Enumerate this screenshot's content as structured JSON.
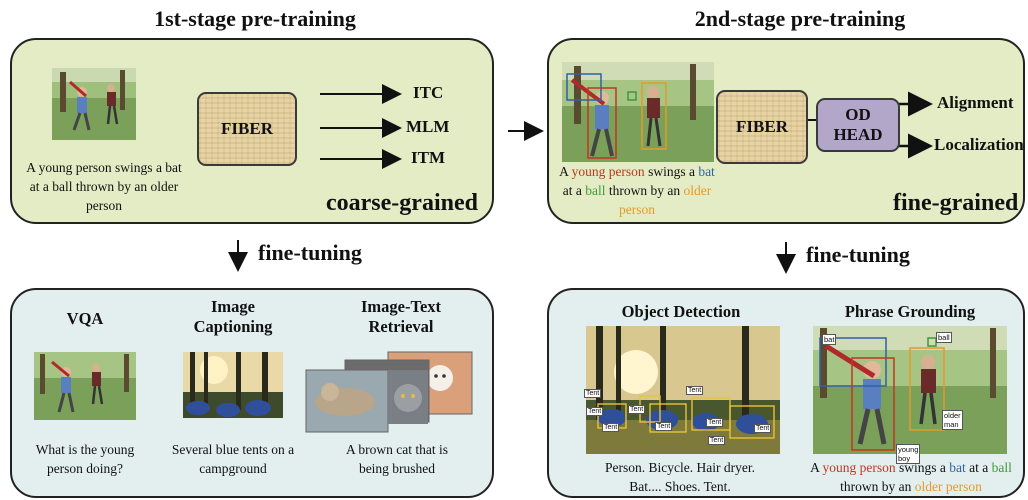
{
  "titles": {
    "left": "1st-stage pre-training",
    "right": "2nd-stage pre-training"
  },
  "stage1": {
    "caption": "A young person swings a bat at a ball thrown by an older person",
    "encoder": "FIBER",
    "outputs": [
      "ITC",
      "MLM",
      "ITM"
    ],
    "granularity": "coarse-grained"
  },
  "stage2": {
    "caption": {
      "p1": "A ",
      "young_person": "young person",
      "p2": " swings a ",
      "bat": "bat",
      "p3": " at a ",
      "ball": "ball",
      "p4": " thrown by an ",
      "older_person": "older person"
    },
    "encoder": "FIBER",
    "head": [
      "OD",
      "HEAD"
    ],
    "outputs": [
      "Alignment",
      "Localization"
    ],
    "granularity": "fine-grained"
  },
  "fine_tuning_label": "fine-tuning",
  "tasks_left": [
    {
      "title": "VQA",
      "caption": "What is the young person doing?"
    },
    {
      "title": "Image Captioning",
      "caption": "Several blue tents on a campground"
    },
    {
      "title": "Image-Text Retrieval",
      "caption": "A brown cat that is being brushed"
    }
  ],
  "tasks_right": {
    "od": {
      "title": "Object Detection",
      "caption": "Person. Bicycle. Hair dryer. Bat.... Shoes. Tent.",
      "box_label": "Tent"
    },
    "pg": {
      "title": "Phrase Grounding",
      "labels": {
        "bat": "bat",
        "ball": "ball",
        "older_man": "older man",
        "young_boy": "young boy"
      },
      "caption": {
        "p1": "A ",
        "young_person": "young person",
        "p2": " swings a ",
        "bat": "bat",
        "p3": " at a ",
        "ball": "ball",
        "p4": " thrown by an ",
        "older_person": "older person"
      }
    }
  },
  "colors": {
    "stage_green": "#e4ecc6",
    "task_blue": "#e3efee",
    "fiber": "#e8d3a4",
    "od_head": "#b3a7c9",
    "red": "#c2361f",
    "blue": "#2f62a8",
    "green": "#3f9a3a",
    "orange": "#e59a2a"
  }
}
